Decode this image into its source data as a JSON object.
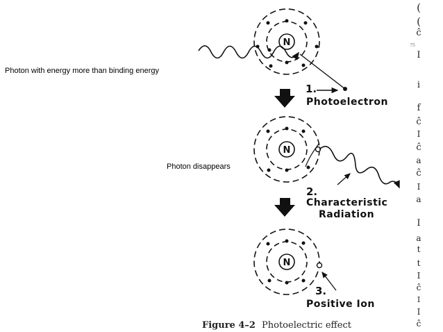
{
  "annotations": {
    "photon_energy": "Photon with energy more than binding energy",
    "photon_disappears": "Photon disappears"
  },
  "slide_number": "75",
  "figure": {
    "nucleus_label": "N",
    "step1": {
      "number": "1.",
      "label": "Photoelectron"
    },
    "step2": {
      "number": "2.",
      "label_line1": "Characteristic",
      "label_line2": "Radiation"
    },
    "step3": {
      "number": "3.",
      "label": "Positive Ion"
    },
    "caption_prefix": "Figure 4–2",
    "caption_text": "Photoelectric effect"
  },
  "edge_glyphs": [
    "(",
    "(",
    "ĉ",
    "I",
    "i",
    "f",
    "ĉ",
    "I",
    "ĉ",
    "a",
    "ĉ",
    "I",
    "a",
    "I",
    "a",
    "t",
    "t",
    "I",
    "ĉ",
    "I",
    "I",
    "ĉ"
  ]
}
